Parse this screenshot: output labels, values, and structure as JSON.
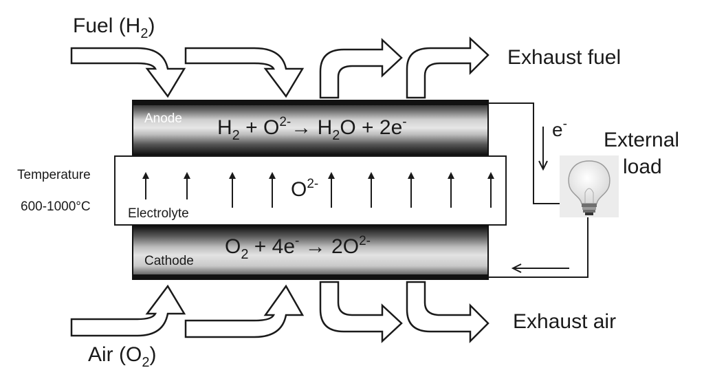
{
  "labels": {
    "fuel_in": "Fuel (H",
    "fuel_in_sub": "2",
    "fuel_in_close": ")",
    "exhaust_fuel": "Exhaust fuel",
    "external": "External",
    "load": "load",
    "electron": "e",
    "electron_sup": "-",
    "anode": "Anode",
    "cathode": "Cathode",
    "electrolyte": "Electrolyte",
    "temperature": "Temperature",
    "temperature_range": "600-1000°C",
    "ion": "O",
    "ion_sup": "2-",
    "exhaust_air": "Exhaust air",
    "air_in": "Air (O",
    "air_in_sub": "2",
    "air_in_close": ")"
  },
  "reactions": {
    "anode": {
      "h": "H",
      "h_sub": "2",
      "plus1": " + O",
      "o_sup": "2-",
      "arrow": "→",
      "h2": " H",
      "h2_sub": "2",
      "water": "O + 2e",
      "e_sup": "-"
    },
    "cathode": {
      "o": "O",
      "o_sub": "2",
      "plus": " + 4e",
      "e_sup": "-",
      "arrow": " →  ",
      "ox": "2O",
      "ox_sup": "2-"
    }
  },
  "colors": {
    "arrow_outline": "#1a1a1a",
    "arrow_fill": "#ffffff",
    "layer_dark": "#111111",
    "layer_light": "#c8c8c8",
    "bulb_bg": "#ececec",
    "wire": "#1a1a1a"
  },
  "icons": [
    "flow-arrow-icon",
    "ion-arrow-icon",
    "light-bulb-icon"
  ]
}
